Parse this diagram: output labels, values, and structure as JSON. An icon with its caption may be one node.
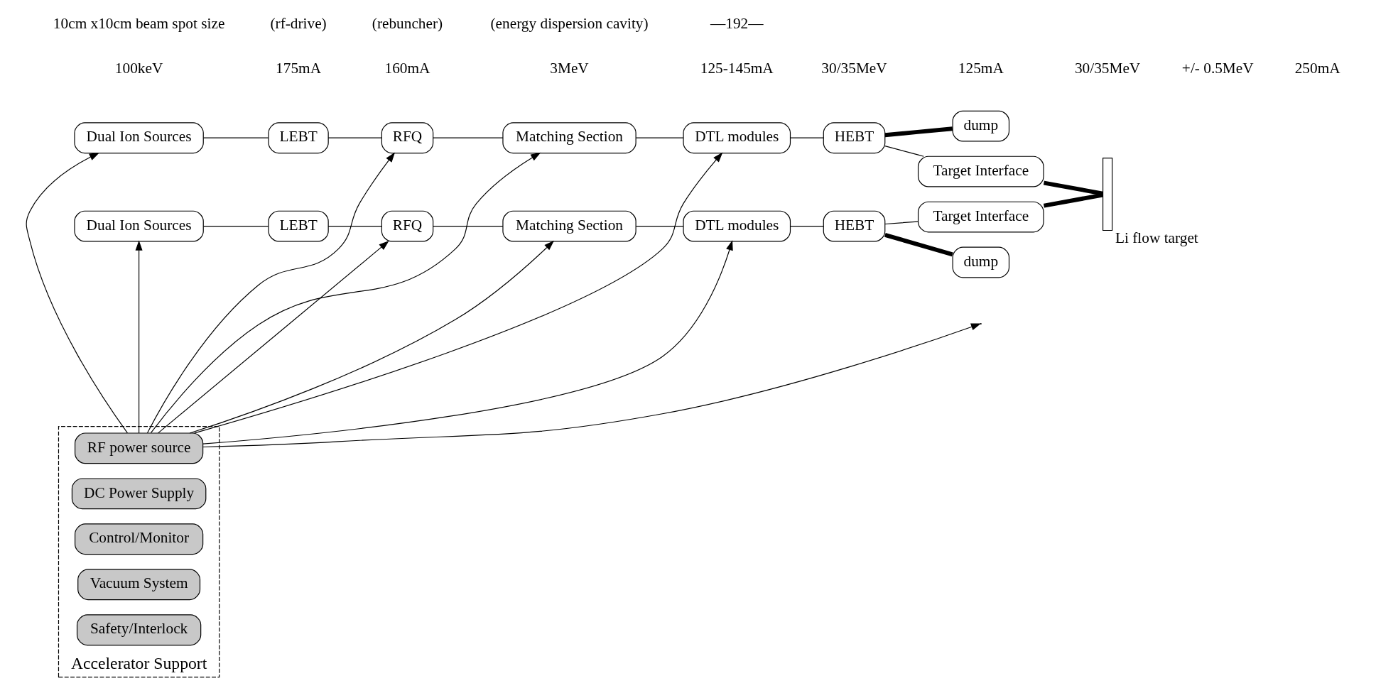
{
  "diagram": {
    "nodes": [
      {
        "text": [
          "Dual Ion Sources"
        ]
      },
      {
        "text": [
          "LEBT"
        ]
      },
      {
        "text": [
          "RFQ"
        ]
      },
      {
        "text": [
          "Matching Section"
        ]
      },
      {
        "text": [
          "DTL modules"
        ]
      },
      {
        "text": [
          "HEBT"
        ]
      },
      {
        "text": [
          "dump"
        ]
      },
      {
        "text": [
          "Target Interface"
        ]
      },
      {
        "text": [
          "Dual Ion Sources"
        ]
      },
      {
        "text": [
          "LEBT"
        ]
      },
      {
        "text": [
          "RFQ"
        ]
      },
      {
        "text": [
          "Matching Section"
        ]
      },
      {
        "text": [
          "DTL modules"
        ]
      },
      {
        "text": [
          "HEBT"
        ]
      },
      {
        "text": [
          "Target Interface"
        ]
      },
      {
        "text": [
          "dump"
        ]
      },
      {
        "text": [],
        "shape": "bar",
        "beside": [
          "Li flow target"
        ]
      },
      {
        "text": [
          "Accelerator Support"
        ]
      },
      {
        "text": [
          "RF power source"
        ],
        "in": 17
      },
      {
        "text": [
          "DC Power Supply"
        ],
        "in": 17
      },
      {
        "text": [
          "Control/Monitor"
        ],
        "in": 17
      },
      {
        "text": [
          "Vacuum System"
        ],
        "in": 17
      },
      {
        "text": [
          "Safety/Interlock"
        ],
        "in": 17
      }
    ],
    "edges": [
      {
        "from": 0,
        "to": 1,
        "arrow": "none"
      },
      {
        "from": 1,
        "to": 2,
        "arrow": "none"
      },
      {
        "from": 2,
        "to": 3,
        "arrow": "none"
      },
      {
        "from": 3,
        "to": 4,
        "arrow": "none"
      },
      {
        "from": 4,
        "to": 5,
        "arrow": "none"
      },
      {
        "from": 5,
        "to": 6,
        "arrow": "none",
        "style": "thick"
      },
      {
        "from": 5,
        "to": 7,
        "arrow": "none"
      },
      {
        "from": 8,
        "to": 9,
        "arrow": "none"
      },
      {
        "from": 9,
        "to": 10,
        "arrow": "none"
      },
      {
        "from": 10,
        "to": 11,
        "arrow": "none"
      },
      {
        "from": 11,
        "to": 12,
        "arrow": "none"
      },
      {
        "from": 12,
        "to": 13,
        "arrow": "none"
      },
      {
        "from": 13,
        "to": 14,
        "arrow": "none"
      },
      {
        "from": 13,
        "to": 15,
        "arrow": "none",
        "style": "thick"
      },
      {
        "from": 7,
        "to": 16,
        "arrow": "none",
        "style": "thick"
      },
      {
        "from": 14,
        "to": 16,
        "arrow": "none",
        "style": "thick"
      },
      {
        "from": 18,
        "to": 0,
        "arrow": "to"
      },
      {
        "from": 18,
        "to": 2,
        "arrow": "to"
      },
      {
        "from": 18,
        "to": 3,
        "arrow": "to"
      },
      {
        "from": 18,
        "to": 4,
        "arrow": "to"
      },
      {
        "from": 18,
        "to": 8,
        "arrow": "to"
      },
      {
        "from": 18,
        "to": 10,
        "arrow": "to"
      },
      {
        "from": 18,
        "to": 11,
        "arrow": "to"
      },
      {
        "from": 18,
        "to": 12,
        "arrow": "to"
      },
      {
        "from": 18,
        "to": null,
        "arrow": "to"
      }
    ],
    "labels": [
      "100keV",
      "175mA",
      "160mA",
      "3MeV",
      "125-145mA",
      "30/35MeV",
      "125mA",
      "30/35MeV",
      "+/- 0.5MeV",
      "250mA",
      "10cm x10cm beam spot size",
      "(rf-drive)",
      "(rebuncher)",
      "(energy dispersion cavity)",
      "—192—"
    ]
  }
}
